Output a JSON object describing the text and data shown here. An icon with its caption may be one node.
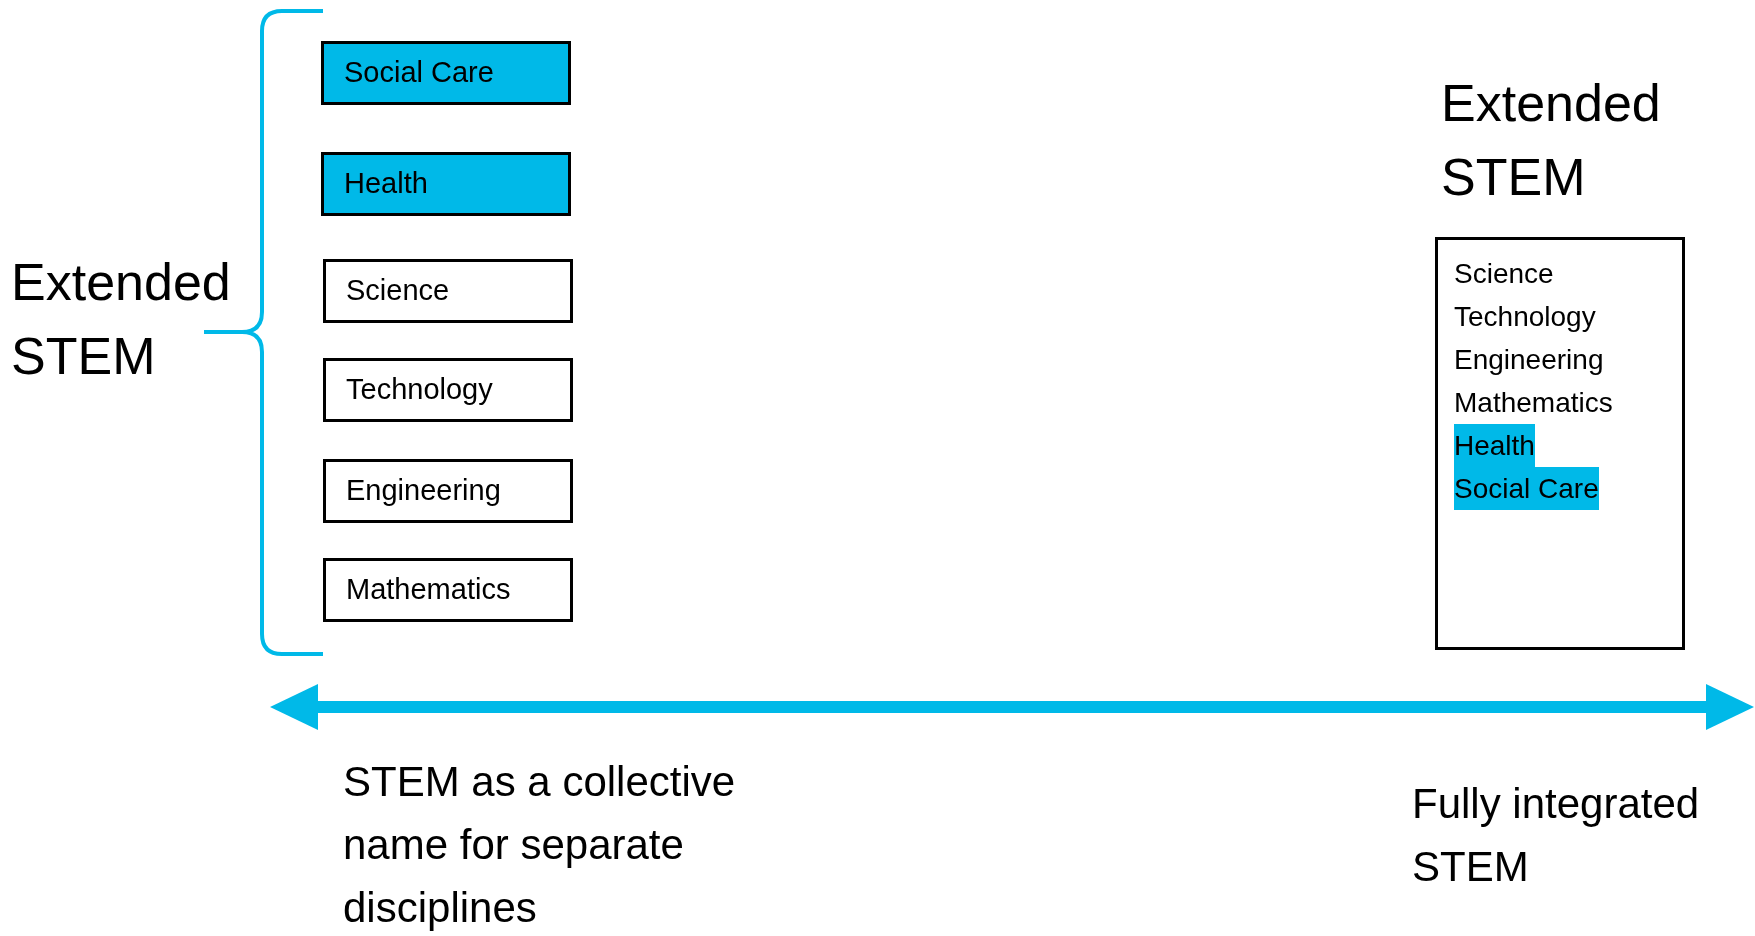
{
  "diagram": {
    "nodes": [
      {
        "text": [
          "Social Care"
        ]
      },
      {
        "text": [
          "Health"
        ]
      },
      {
        "text": [
          "Science"
        ]
      },
      {
        "text": [
          "Technology"
        ]
      },
      {
        "text": [
          "Engineering"
        ]
      },
      {
        "text": [
          "Mathematics"
        ]
      },
      {
        "text": [
          "Extended STEM",
          "Science",
          "Technology",
          "Engineering",
          "Mathematics"
        ]
      },
      {
        "text": [
          "Health"
        ],
        "in": 6
      },
      {
        "text": [
          "Social Care"
        ],
        "in": 6
      }
    ],
    "edges": [],
    "labels": [
      "Extended STEM",
      "STEM as a collective name for separate disciplines",
      "Fully integrated STEM"
    ]
  }
}
